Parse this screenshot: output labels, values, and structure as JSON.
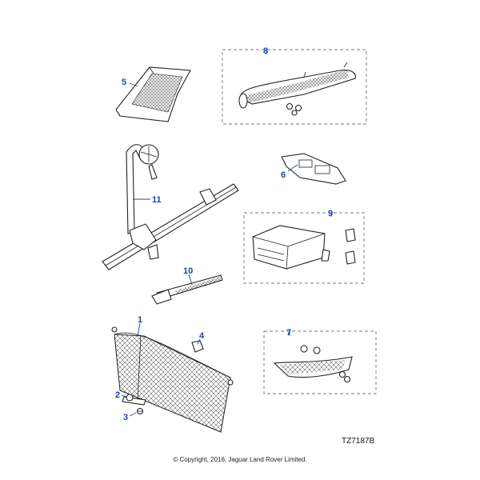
{
  "diagram": {
    "callouts": {
      "c1": "1",
      "c2": "2",
      "c3": "3",
      "c4": "4",
      "c5": "5",
      "c6": "6",
      "c7": "7",
      "c8": "8",
      "c9": "9",
      "c10": "10",
      "c11": "11"
    },
    "reference_code": "TZ7187B",
    "copyright": "© Copyright, 2016. Jaguar Land Rover Limited."
  },
  "colors": {
    "callout": "#2040c0",
    "line": "#222222",
    "box_border": "#777777"
  }
}
